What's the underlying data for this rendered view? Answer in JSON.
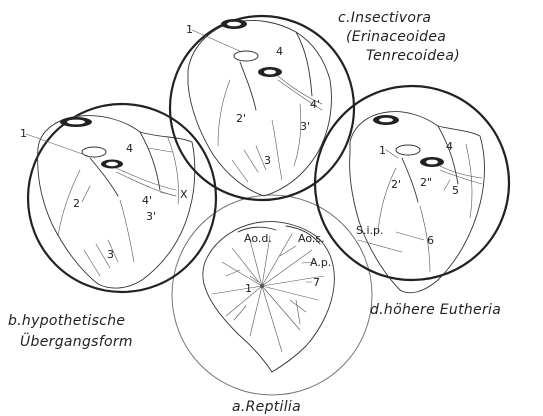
{
  "captions": {
    "a": "a.Reptilia",
    "b_line1": "b.hypothetische",
    "b_line2": "Übergangsform",
    "c_line1": "c.Insectivora",
    "c_line2": "(Erinaceoidea",
    "c_line3": "Tenrecoidea)",
    "d": "d.höhere Eutheria"
  },
  "labels": {
    "a": {
      "ao_d": "Ao.d.",
      "ao_s": "Ao.s.",
      "a_p": "A.p.",
      "n1": "1",
      "n7": "7"
    },
    "b": {
      "n1": "1",
      "n4": "4",
      "n2": "2",
      "n4p": "4'",
      "x": "X",
      "n3p": "3'",
      "n3": "3"
    },
    "c": {
      "n1": "1",
      "n4": "4",
      "n2p": "2'",
      "n4p": "4'",
      "n3p": "3'",
      "n3": "3"
    },
    "d": {
      "n1": "1",
      "n4": "4",
      "n2p": "2'",
      "n2pp": "2\"",
      "n5": "5",
      "sip": "S.i.p.",
      "n6": "6"
    }
  }
}
